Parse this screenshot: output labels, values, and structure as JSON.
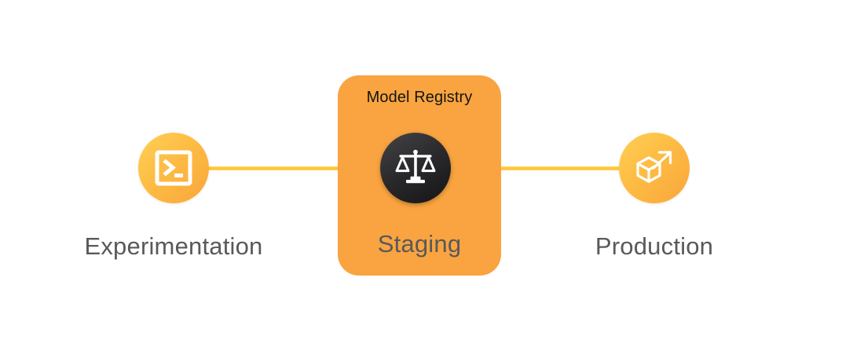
{
  "diagram": {
    "title": "ML model lifecycle pipeline",
    "background_color": "#ffffff",
    "connector_color": "#ffc83c",
    "accent_orange": "#fdbc44",
    "card_orange": "#f9a440",
    "label_gray": "#58595b",
    "dark_node": "#1b1b1d"
  },
  "stages": [
    {
      "id": "experimentation",
      "label": "Experimentation",
      "icon": "terminal-icon",
      "node_style": "orange-circle"
    },
    {
      "id": "staging",
      "label": "Staging",
      "card_title": "Model Registry",
      "icon": "balance-scale-icon",
      "node_style": "dark-circle"
    },
    {
      "id": "production",
      "label": "Production",
      "icon": "cube-arrow-icon",
      "node_style": "orange-circle"
    }
  ]
}
